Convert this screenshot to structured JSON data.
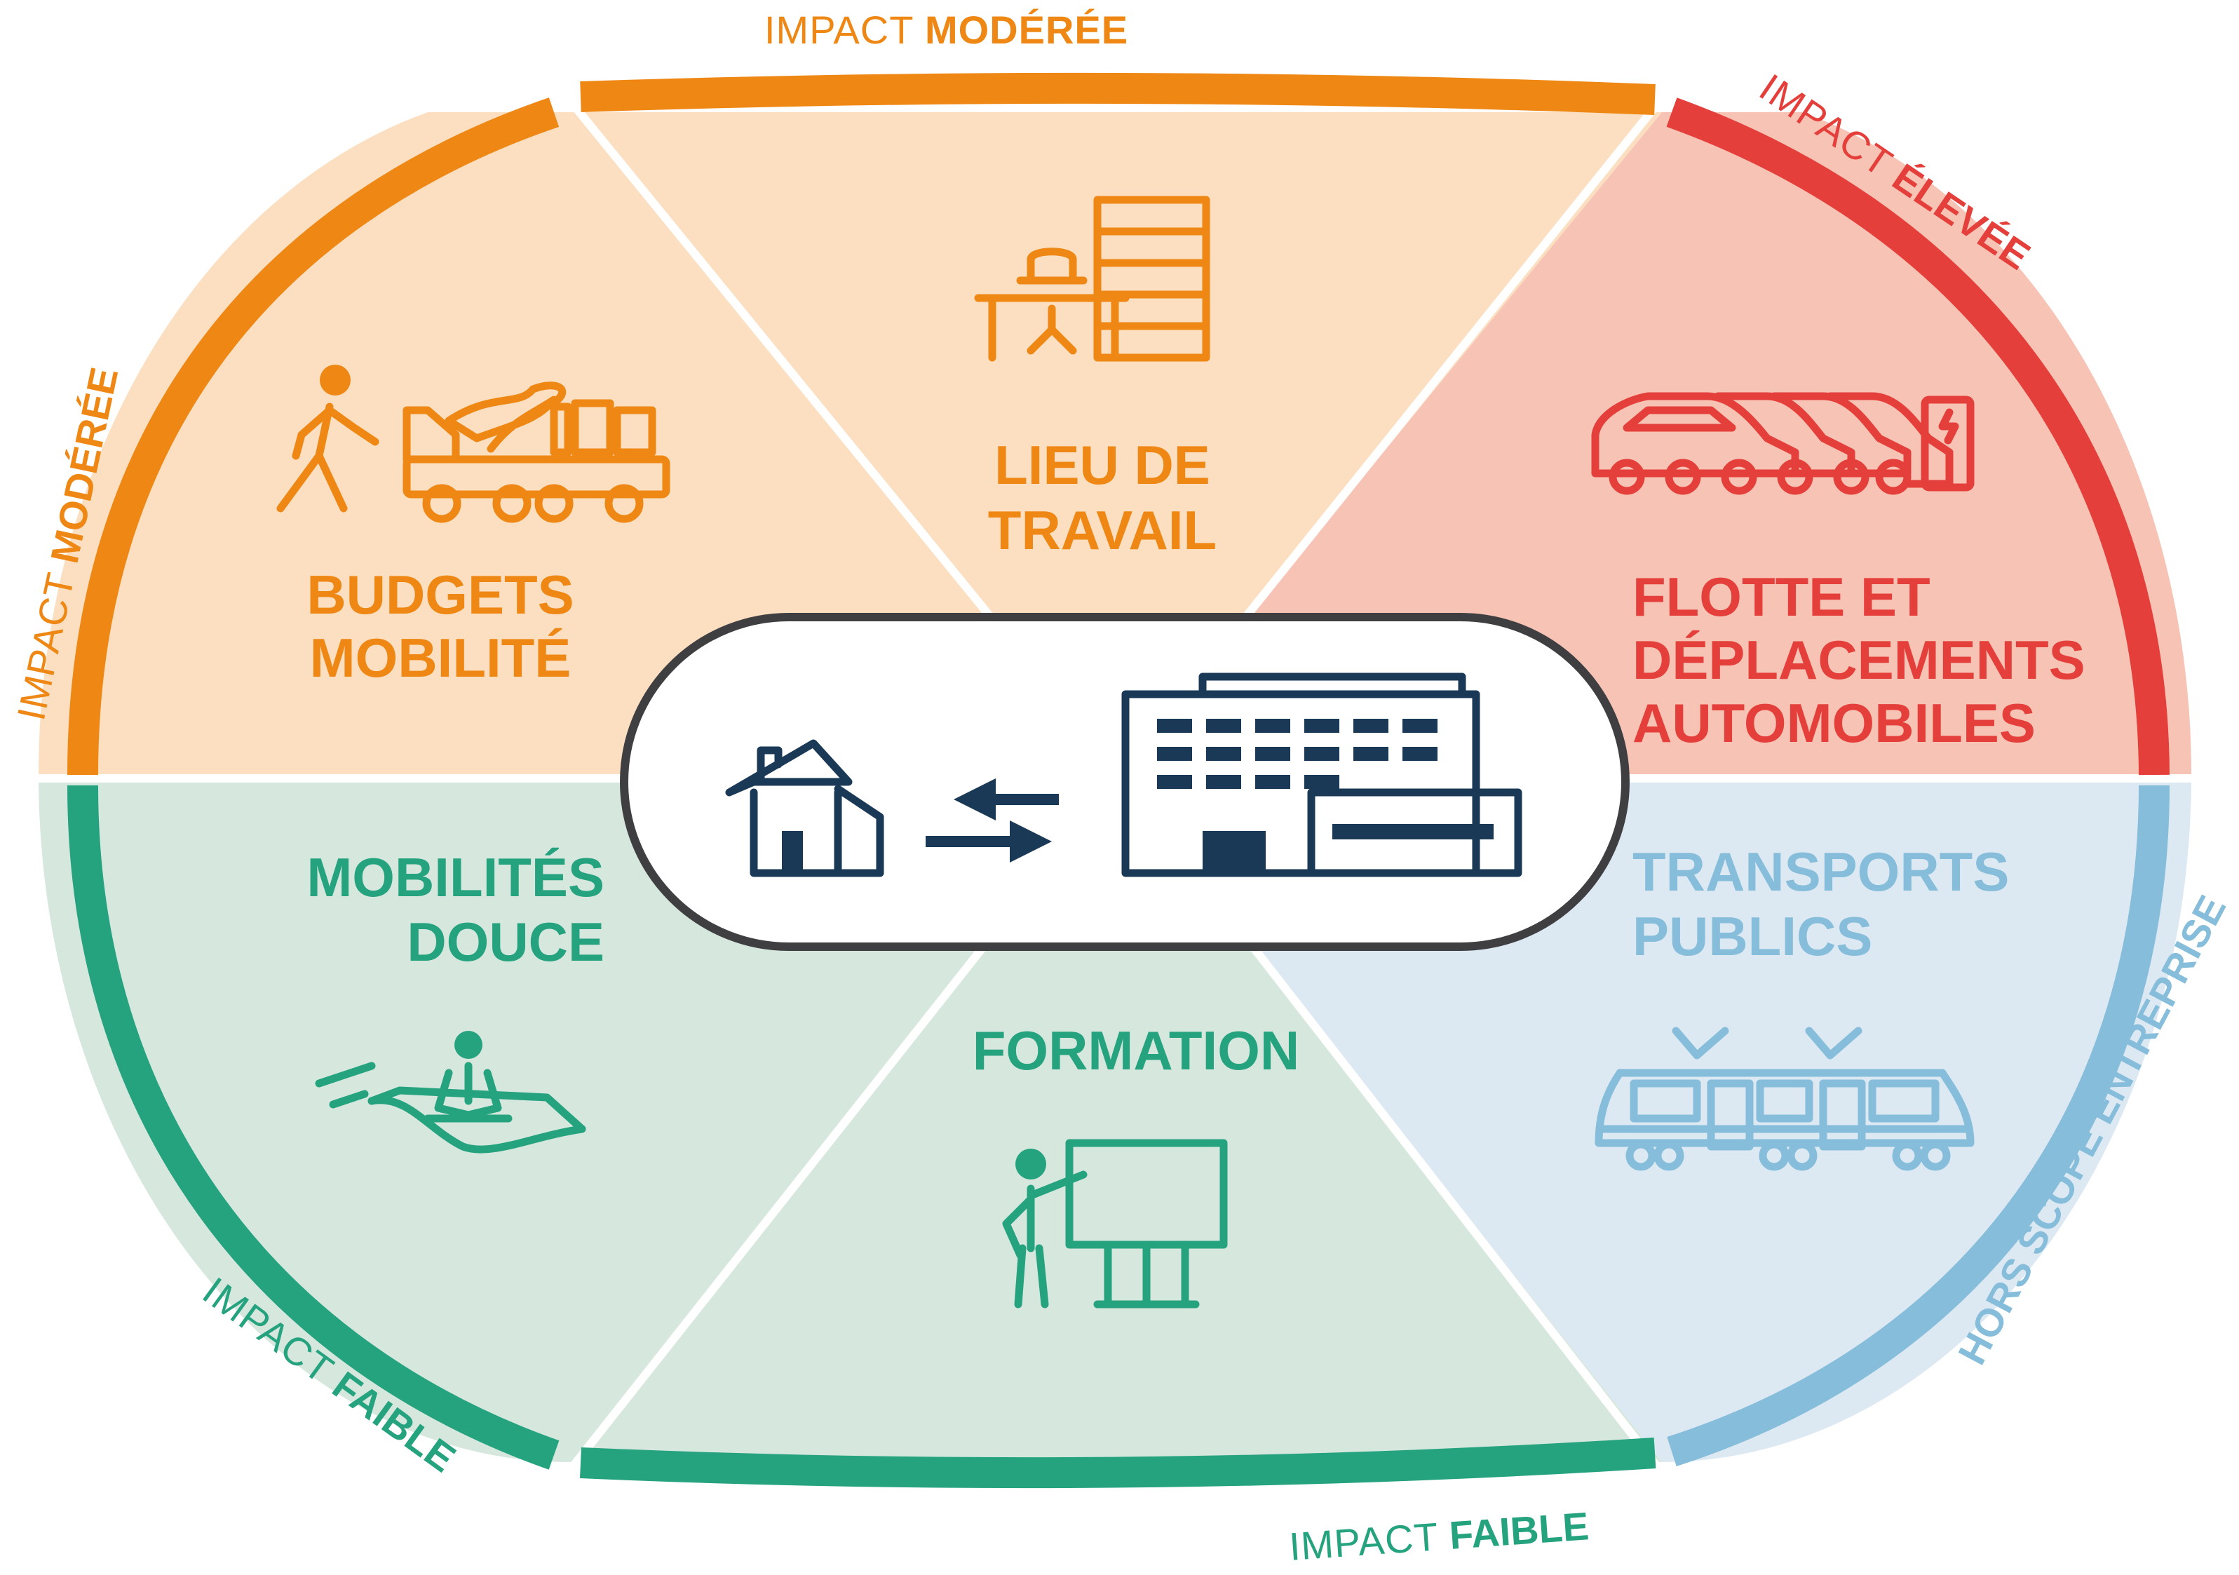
{
  "colors": {
    "orange": "#EE8713",
    "orange_fill": "#FCDFC0",
    "red": "#E43F3B",
    "red_fill": "#F7C3B5",
    "blue": "#86BDDA",
    "blue_fill": "#DDE9F2",
    "green": "#25A27E",
    "green_fill": "#D6E7DE",
    "navy": "#193956",
    "capsule_border": "#3F3F42"
  },
  "segments": {
    "budgets": {
      "line1": "BUDGETS",
      "line2": "MOBILITÉ",
      "icons": [
        "walking-person-icon",
        "truck-icon"
      ]
    },
    "lieu": {
      "line1": "LIEU DE",
      "line2": "TRAVAIL",
      "icons": [
        "desk-shelf-icon"
      ]
    },
    "flotte": {
      "line1": "FLOTTE ET",
      "line2": "DÉPLACEMENTS",
      "line3": "AUTOMOBILES",
      "icons": [
        "cars-charging-icon"
      ]
    },
    "transports": {
      "line1": "TRANSPORTS",
      "line2": "PUBLICS",
      "icons": [
        "tram-icon"
      ]
    },
    "formation": {
      "line1": "FORMATION",
      "icons": [
        "teacher-board-icon"
      ]
    },
    "mobilites": {
      "line1": "MOBILITÉS",
      "line2": "DOUCE",
      "icons": [
        "meditation-carpet-icon"
      ]
    }
  },
  "rim_labels": {
    "top": {
      "light": "IMPACT ",
      "bold": "MODÉRÉE"
    },
    "left": {
      "light": "IMPACT ",
      "bold": "MODÉRÉE"
    },
    "top_right": {
      "light": "IMPACT ",
      "bold": "ÉLEVÉE"
    },
    "right": {
      "light": "",
      "bold": "HORS SCOPE ENTREPRISE"
    },
    "bottom_left": {
      "light": "IMPACT ",
      "bold": "FAIBLE"
    },
    "bottom": {
      "light": "IMPACT ",
      "bold": "FAIBLE"
    }
  },
  "center": {
    "icons": [
      "house-icon",
      "exchange-arrows-icon",
      "office-building-icon"
    ]
  }
}
